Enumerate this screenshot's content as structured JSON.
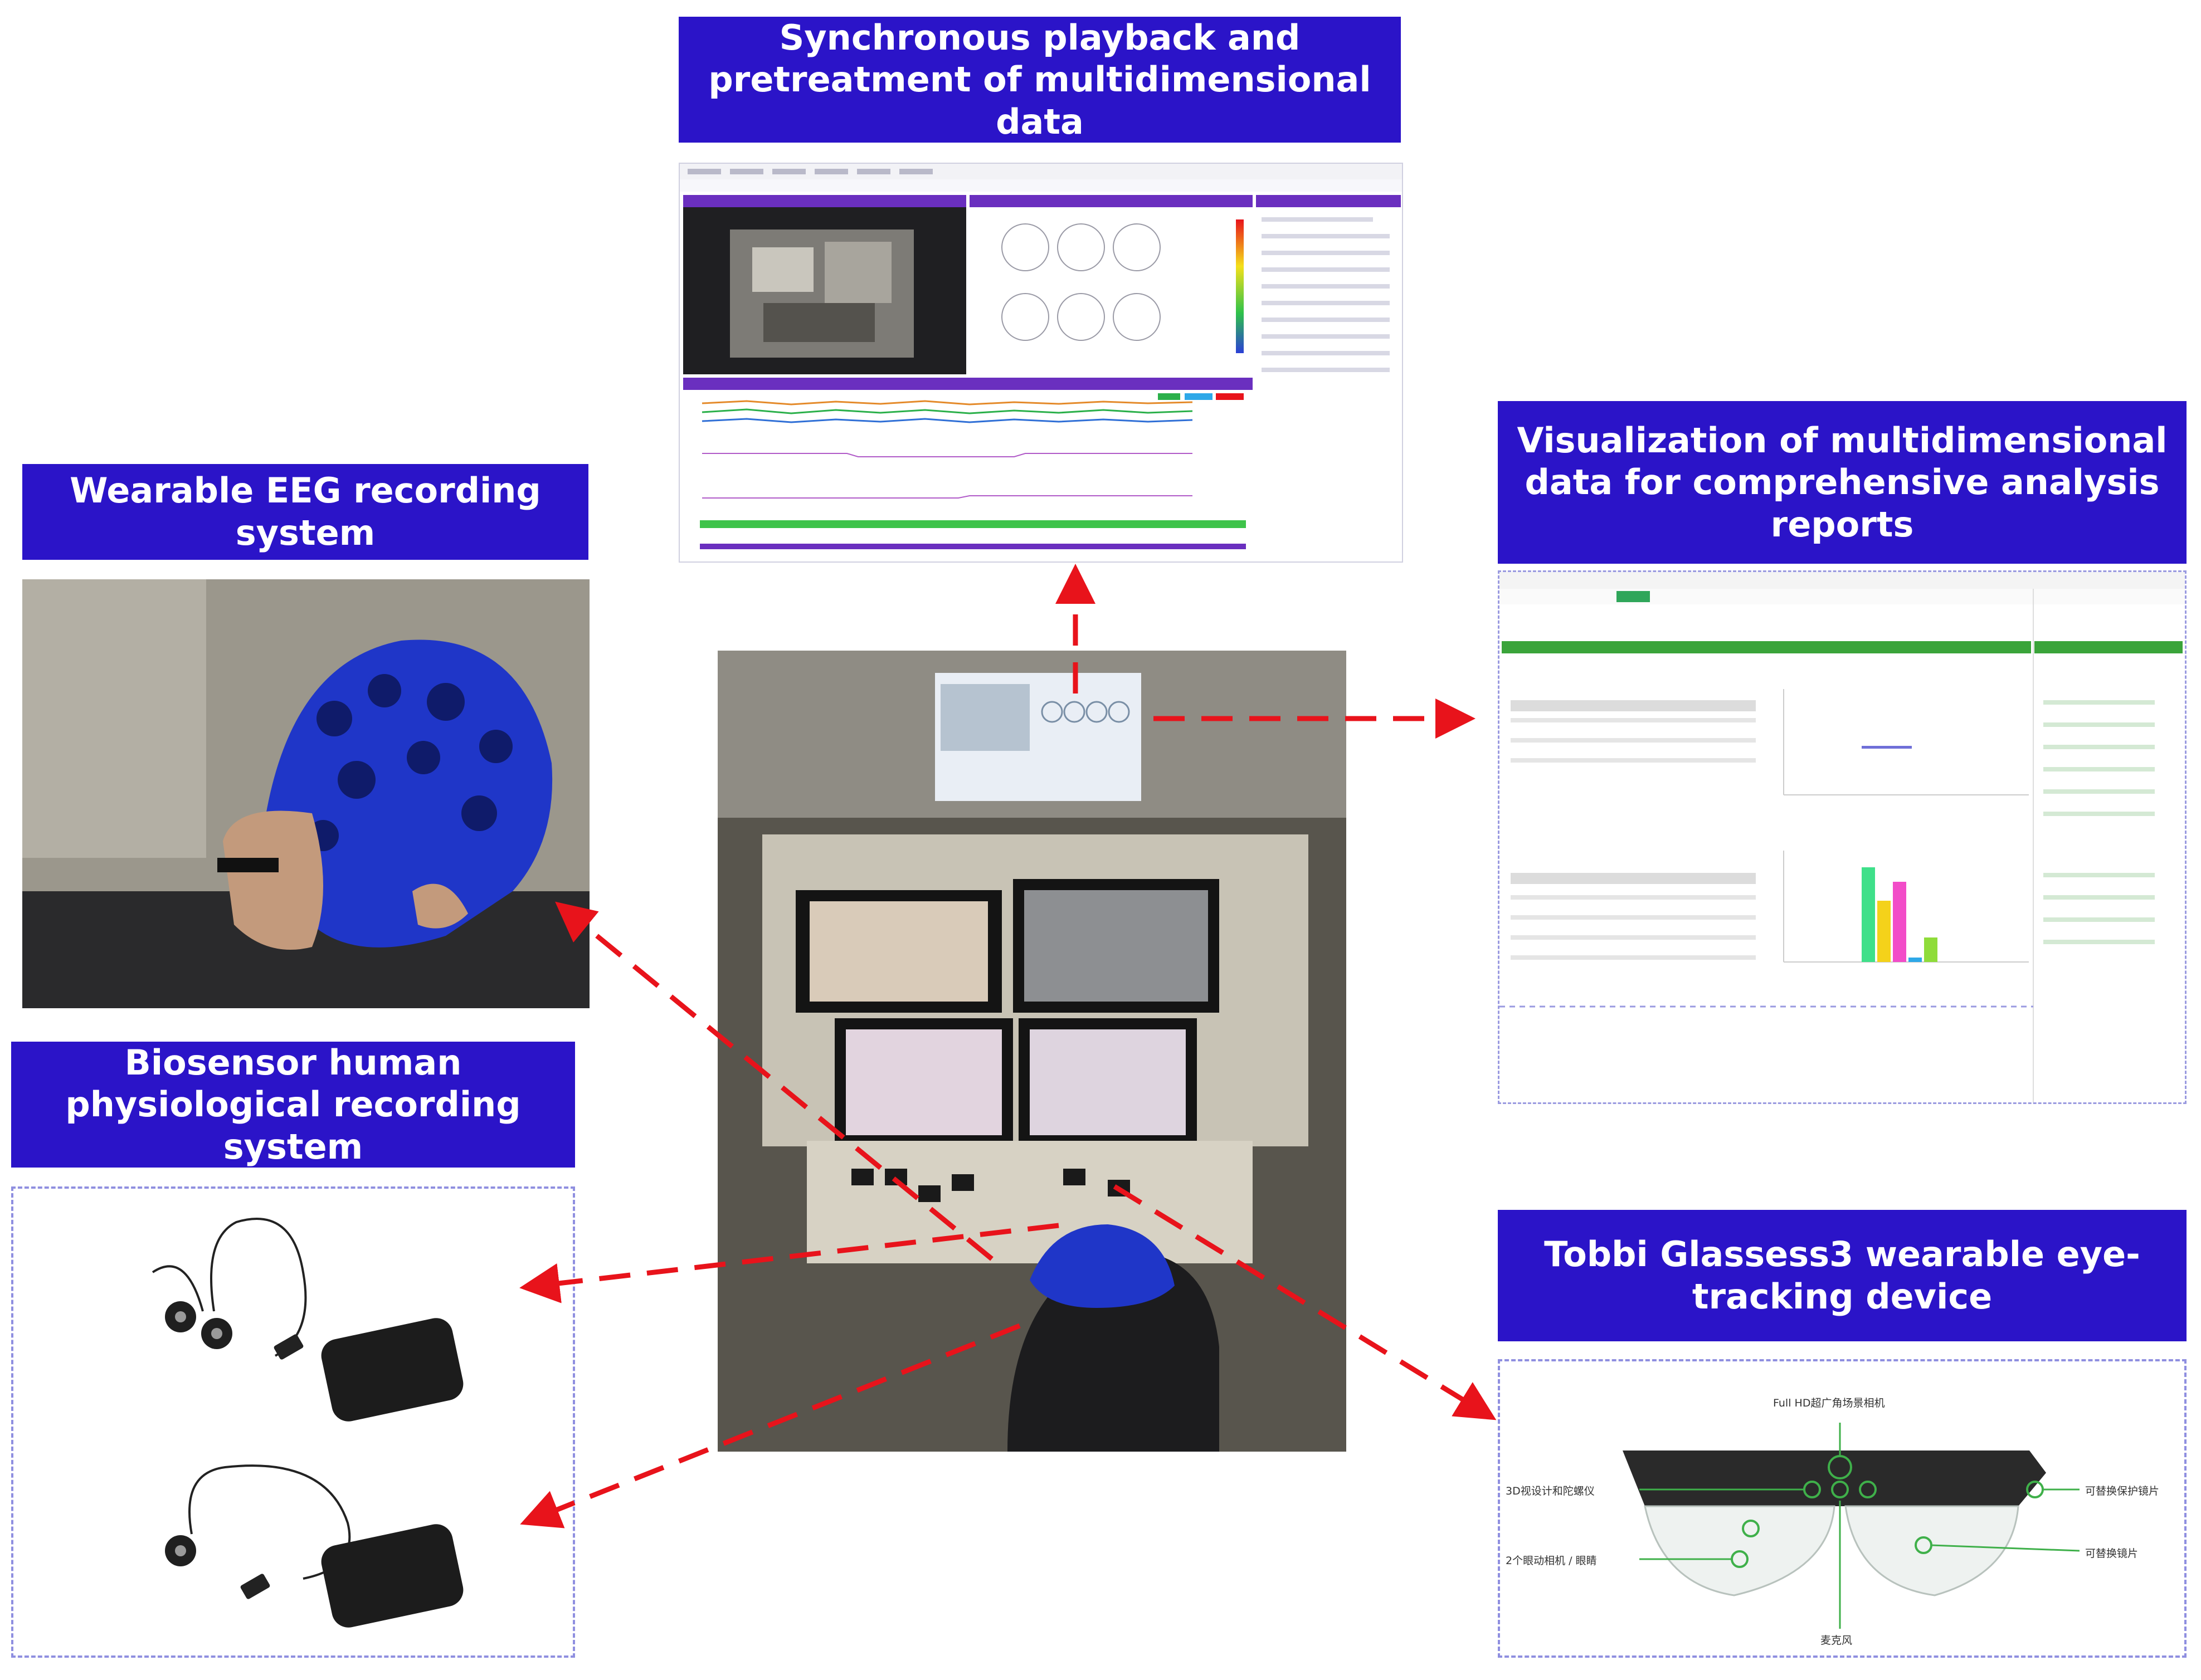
{
  "titles": {
    "playback": "Synchronous playback and pretreatment of multidimensional data",
    "visualization": "Visualization of multidimensional data for comprehensive analysis reports",
    "eeg": "Wearable EEG recording system",
    "biosensor": "Biosensor human physiological recording system",
    "tobii": "Tobbi Glassess3 wearable eye-tracking device"
  },
  "glasses_labels": {
    "top": "Full HD超广角场景相机",
    "left_1": "3D视设计和陀螺仪",
    "left_2": "2个眼动相机 / 眼睛",
    "right_1": "可替换保护镜片",
    "right_2": "可替换镜片",
    "bottom": "麦克风"
  },
  "colors": {
    "title_bg": "#2b14c8",
    "arrow": "#e8131b",
    "purple_header": "#6a2fbf",
    "green_header": "#3aa43a"
  }
}
